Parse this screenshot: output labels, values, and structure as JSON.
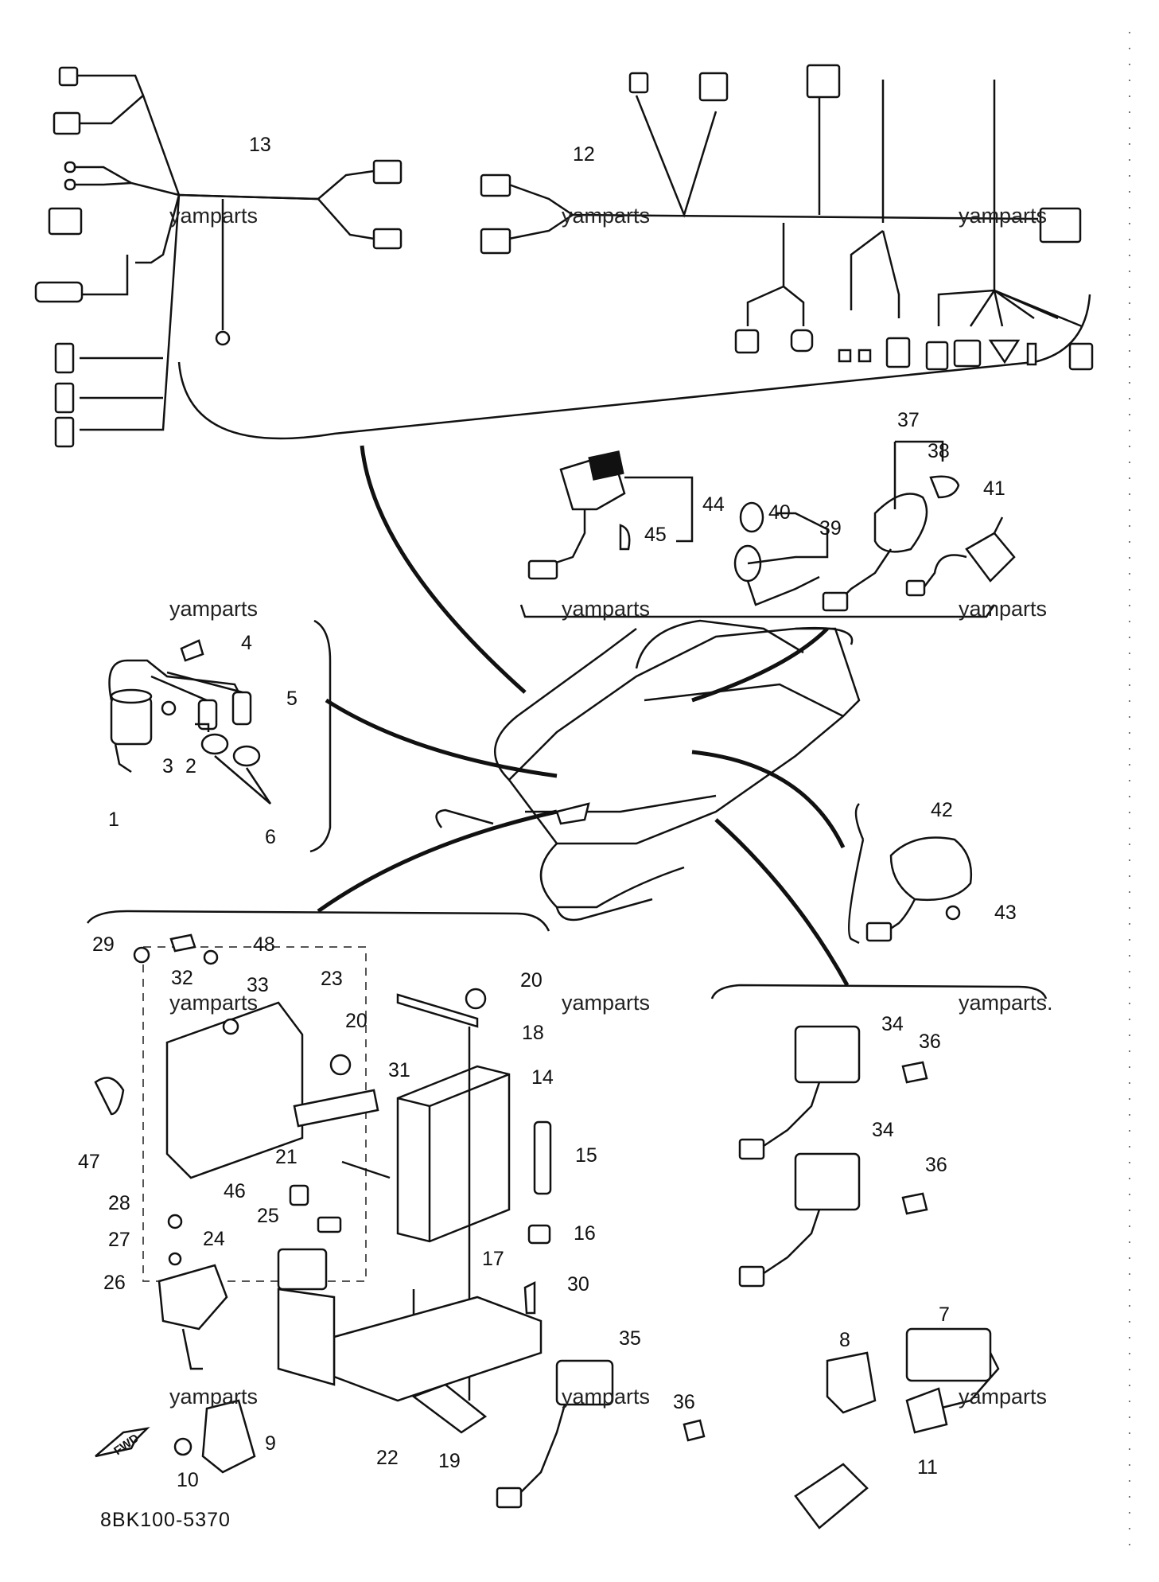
{
  "watermark": "yamparts",
  "diagram_code": "8BK100-5370",
  "fwd_arrow_text": "FWD",
  "callouts": [
    {
      "id": "c1",
      "text": "1"
    },
    {
      "id": "c2",
      "text": "2"
    },
    {
      "id": "c3",
      "text": "3"
    },
    {
      "id": "c4",
      "text": "4"
    },
    {
      "id": "c5",
      "text": "5"
    },
    {
      "id": "c6",
      "text": "6"
    },
    {
      "id": "c7",
      "text": "7"
    },
    {
      "id": "c8",
      "text": "8"
    },
    {
      "id": "c9",
      "text": "9"
    },
    {
      "id": "c10",
      "text": "10"
    },
    {
      "id": "c11",
      "text": "11"
    },
    {
      "id": "c12",
      "text": "12"
    },
    {
      "id": "c13",
      "text": "13"
    },
    {
      "id": "c14",
      "text": "14"
    },
    {
      "id": "c15",
      "text": "15"
    },
    {
      "id": "c16",
      "text": "16"
    },
    {
      "id": "c17",
      "text": "17"
    },
    {
      "id": "c18",
      "text": "18"
    },
    {
      "id": "c19",
      "text": "19"
    },
    {
      "id": "c20a",
      "text": "20"
    },
    {
      "id": "c20b",
      "text": "20"
    },
    {
      "id": "c21",
      "text": "21"
    },
    {
      "id": "c22",
      "text": "22"
    },
    {
      "id": "c23",
      "text": "23"
    },
    {
      "id": "c24",
      "text": "24"
    },
    {
      "id": "c25",
      "text": "25"
    },
    {
      "id": "c26",
      "text": "26"
    },
    {
      "id": "c27",
      "text": "27"
    },
    {
      "id": "c28",
      "text": "28"
    },
    {
      "id": "c29",
      "text": "29"
    },
    {
      "id": "c30",
      "text": "30"
    },
    {
      "id": "c31",
      "text": "31"
    },
    {
      "id": "c32",
      "text": "32"
    },
    {
      "id": "c33",
      "text": "33"
    },
    {
      "id": "c34a",
      "text": "34"
    },
    {
      "id": "c34b",
      "text": "34"
    },
    {
      "id": "c35",
      "text": "35"
    },
    {
      "id": "c36a",
      "text": "36"
    },
    {
      "id": "c36b",
      "text": "36"
    },
    {
      "id": "c36c",
      "text": "36"
    },
    {
      "id": "c37",
      "text": "37"
    },
    {
      "id": "c38",
      "text": "38"
    },
    {
      "id": "c39",
      "text": "39"
    },
    {
      "id": "c40",
      "text": "40"
    },
    {
      "id": "c41",
      "text": "41"
    },
    {
      "id": "c42",
      "text": "42"
    },
    {
      "id": "c43",
      "text": "43"
    },
    {
      "id": "c44",
      "text": "44"
    },
    {
      "id": "c45",
      "text": "45"
    },
    {
      "id": "c46",
      "text": "46"
    },
    {
      "id": "c47",
      "text": "47"
    },
    {
      "id": "c48",
      "text": "48"
    }
  ],
  "watermark_spots": [
    "w1",
    "w2",
    "w3",
    "w4",
    "w5",
    "w6",
    "w7",
    "w8",
    "w9",
    "w10",
    "w11",
    "w12"
  ],
  "watermark_last_suffix": "."
}
